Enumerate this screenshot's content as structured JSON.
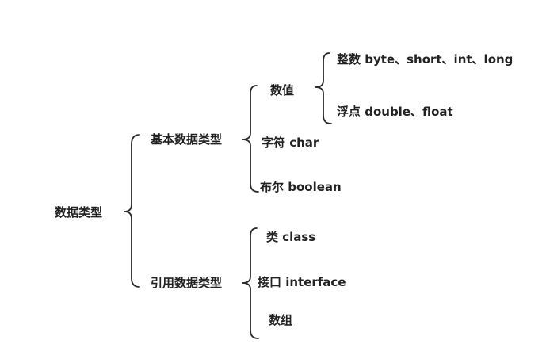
{
  "diagram": {
    "root": "数据类型",
    "branches": [
      {
        "label": "基本数据类型",
        "children": [
          {
            "label": "数值",
            "children": [
              {
                "label": "整数 byte、short、int、long"
              },
              {
                "label": "浮点 double、float"
              }
            ]
          },
          {
            "label": "字符 char"
          },
          {
            "label": "布尔 boolean"
          }
        ]
      },
      {
        "label": "引用数据类型",
        "children": [
          {
            "label": "类 class"
          },
          {
            "label": "接口 interface"
          },
          {
            "label": "数组"
          }
        ]
      }
    ]
  },
  "colors": {
    "line": "#2a2a2a",
    "text": "#222222",
    "background": "#ffffff"
  }
}
